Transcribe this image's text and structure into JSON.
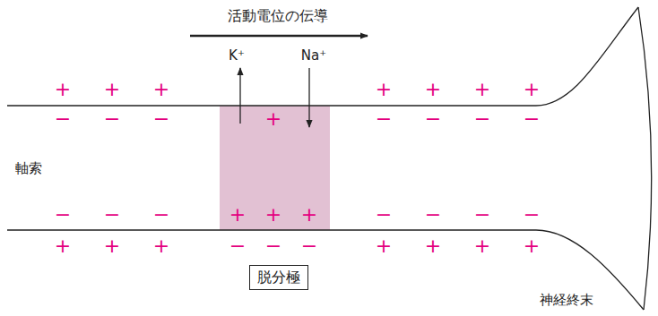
{
  "diagram": {
    "nodes": [
      {
        "text": [
          "脱分極"
        ]
      }
    ],
    "labels": [
      "活動電位の伝導",
      "K⁺",
      "Na⁺",
      "+",
      "+",
      "+",
      "+",
      "+",
      "+",
      "+",
      "−",
      "−",
      "−",
      "+",
      "−",
      "−",
      "−",
      "−",
      "軸索",
      "−",
      "−",
      "−",
      "+",
      "+",
      "+",
      "−",
      "−",
      "−",
      "−",
      "+",
      "+",
      "+",
      "−",
      "−",
      "−",
      "+",
      "+",
      "+",
      "+",
      "神経終末"
    ]
  }
}
